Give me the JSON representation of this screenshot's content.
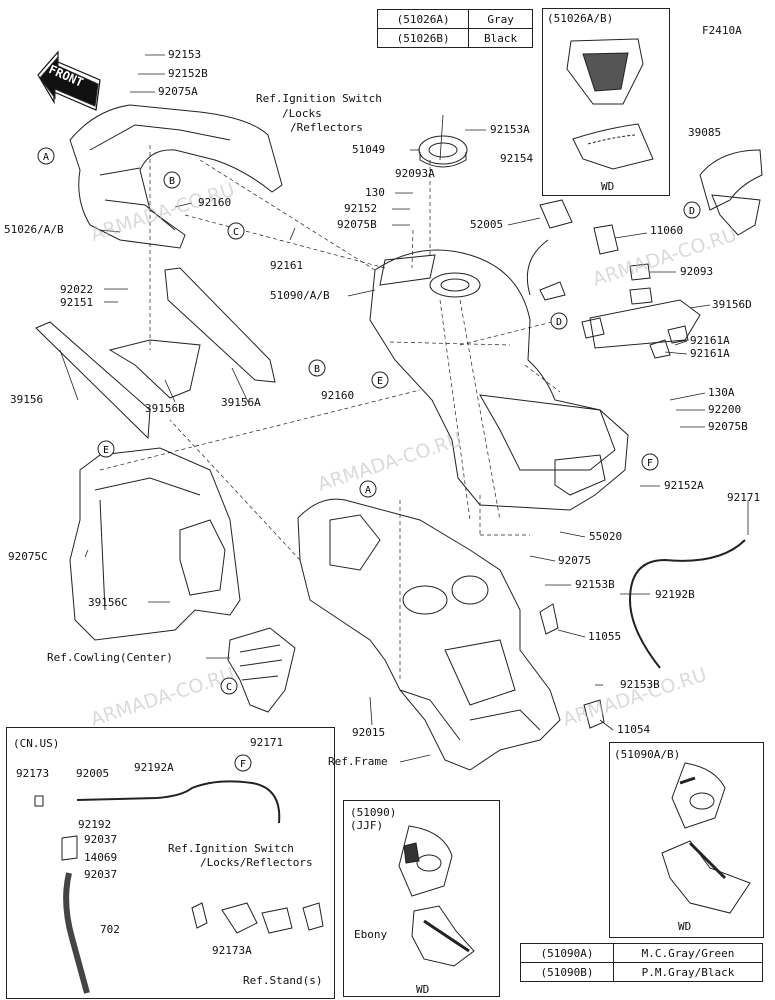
{
  "diagram_code": "F2410A",
  "front_label": "FRONT",
  "color_table_top": [
    {
      "code": "(51026A)",
      "color": "Gray"
    },
    {
      "code": "(51026B)",
      "color": "Black"
    }
  ],
  "color_table_bottom": [
    {
      "code": "(51090A)",
      "color": "M.C.Gray/Green"
    },
    {
      "code": "(51090B)",
      "color": "P.M.Gray/Black"
    }
  ],
  "watermark": "ARMADA-CO.RU",
  "callouts": [
    "A",
    "B",
    "C",
    "D",
    "E",
    "F"
  ],
  "inset_51026": {
    "title": "(51026A/B)",
    "note": "WD"
  },
  "inset_51090ab": {
    "title": "(51090A/B)",
    "note": "WD"
  },
  "inset_51090": {
    "title": "(51090)",
    "subtitle": "(JJF)",
    "label": "Ebony",
    "note": "WD"
  },
  "inset_cnus": {
    "title": "(CN.US)"
  },
  "ref_ignition_1": [
    "Ref.Ignition Switch",
    "/Locks",
    "/Reflectors"
  ],
  "ref_ignition_2": [
    "Ref.Ignition Switch",
    "/Locks/Reflectors"
  ],
  "ref_cowling": "Ref.Cowling(Center)",
  "ref_frame": "Ref.Frame",
  "ref_stand": "Ref.Stand(s)",
  "parts": {
    "p92153": "92153",
    "p92152B": "92152B",
    "p92075A": "92075A",
    "p51026": "51026/A/B",
    "p92160a": "92160",
    "p92022": "92022",
    "p92151": "92151",
    "p39156": "39156",
    "p39156B": "39156B",
    "p39156A": "39156A",
    "p92161": "92161",
    "p51049": "51049",
    "p92153A": "92153A",
    "p92093A": "92093A",
    "p130": "130",
    "p92152": "92152",
    "p92075B": "92075B",
    "p51090": "51090/A/B",
    "p92154": "92154",
    "p52005": "52005",
    "p11060": "11060",
    "p39085": "39085",
    "p92093": "92093",
    "p39156D": "39156D",
    "p92161A1": "92161A",
    "p92161A2": "92161A",
    "p92160b": "92160",
    "p130A": "130A",
    "p92200": "92200",
    "p92075B2": "92075B",
    "p92152A": "92152A",
    "p92171": "92171",
    "p55020": "55020",
    "p92075": "92075",
    "p92153B1": "92153B",
    "p92192B": "92192B",
    "p11055": "11055",
    "p92075C": "92075C",
    "p39156C": "39156C",
    "p92153B2": "92153B",
    "p11054": "11054",
    "p92015": "92015",
    "c92171": "92171",
    "c92173": "92173",
    "c92005": "92005",
    "c92192A": "92192A",
    "c92192": "92192",
    "c92037a": "92037",
    "c14069": "14069",
    "c92037b": "92037",
    "c702": "702",
    "p92173A": "92173A"
  }
}
